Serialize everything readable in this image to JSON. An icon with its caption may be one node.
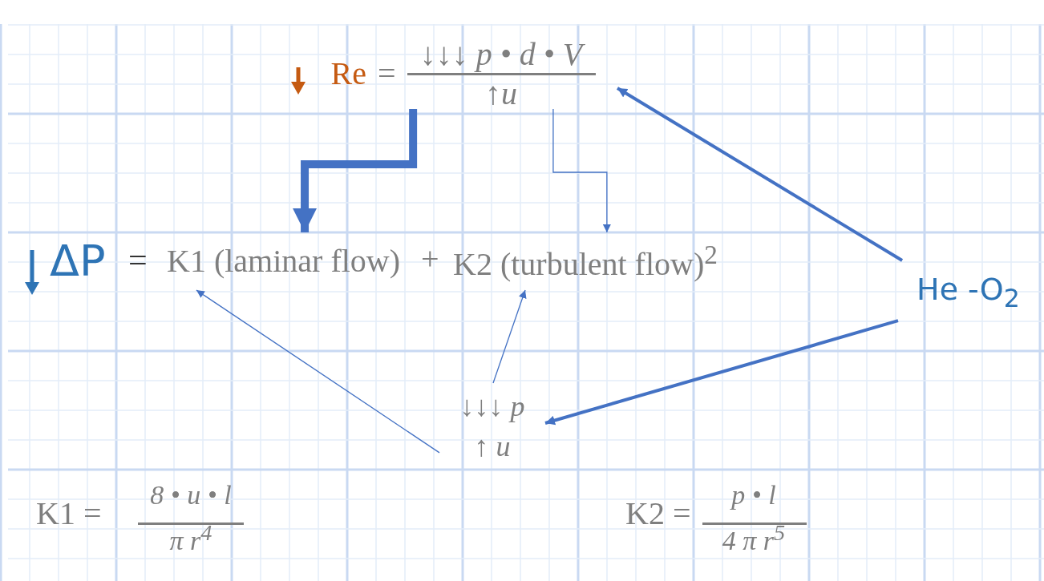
{
  "diagram": {
    "nodes": [
      {
        "text": [
          "Re",
          "=",
          "↓↓↓ p • d • V",
          "↑u"
        ]
      },
      {
        "text": [
          "K1 (laminar flow)"
        ]
      },
      {
        "text": [
          "K2 (turbulent flow)$^{2}$"
        ]
      },
      {
        "text": [
          "He -O$_{2}$"
        ]
      },
      {
        "text": [
          "↓↓↓ p",
          "↑ u"
        ]
      }
    ],
    "edges": [
      {
        "from": 0,
        "to": 1,
        "arrow": "to",
        "style": "thick"
      },
      {
        "from": 0,
        "to": 2,
        "arrow": "to"
      },
      {
        "from": 3,
        "to": 0,
        "arrow": "to",
        "style": "thick"
      },
      {
        "from": 3,
        "to": 4,
        "arrow": "to",
        "style": "thick"
      },
      {
        "from": 4,
        "to": 1,
        "arrow": "to"
      },
      {
        "from": 4,
        "to": 2,
        "arrow": "to"
      }
    ],
    "labels": [
      "ΔP",
      "=",
      "+",
      "K1 =",
      "8 • u • l",
      "π r$^{4}$",
      "K2 =",
      "p • l",
      "4 π r$^{5}$"
    ]
  }
}
